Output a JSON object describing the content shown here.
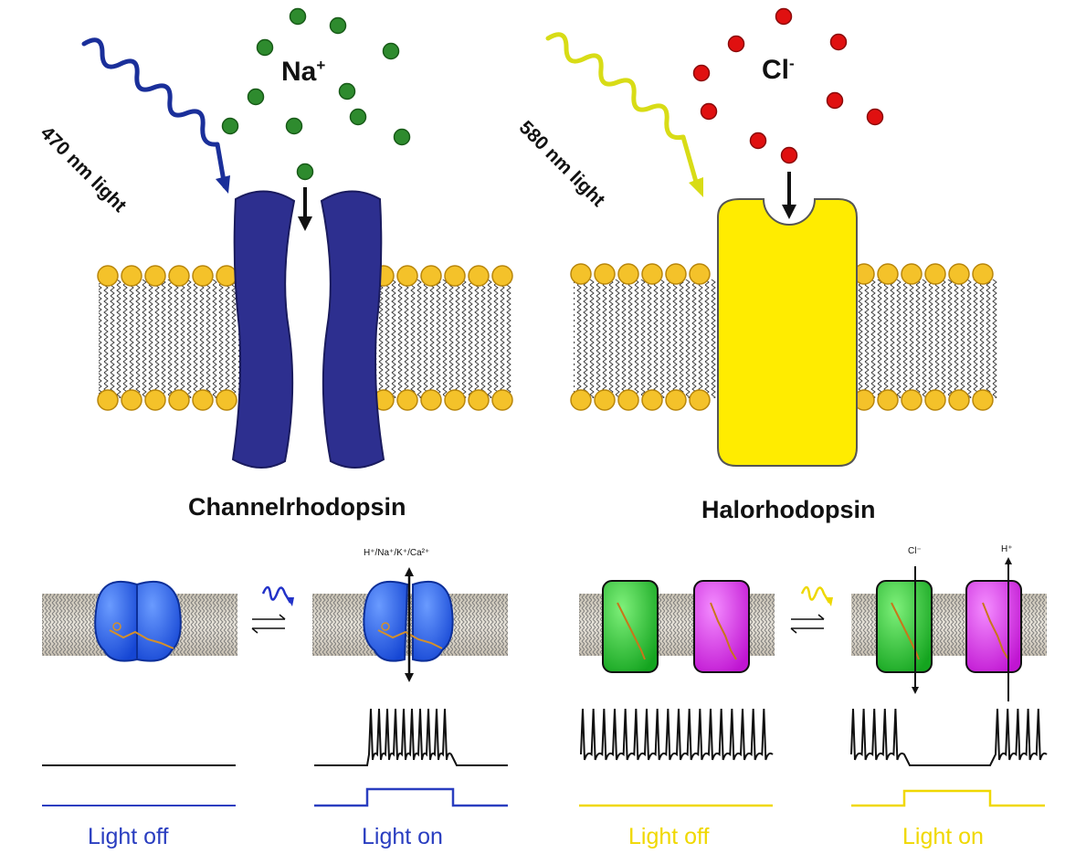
{
  "left_panel": {
    "ion": {
      "symbol": "Na",
      "charge": "+",
      "color": "#2e8b2e"
    },
    "light_label": "470 nm light",
    "wave_color": "#1a2f9a",
    "protein_name": "Channelrhodopsin",
    "protein_color": "#2d2f8f",
    "bottom_ion_label": "H⁺/Na⁺/K⁺/Ca²⁺",
    "caption_off": "Light off",
    "caption_on": "Light on",
    "caption_color": "#2a3ec0"
  },
  "right_panel": {
    "ion": {
      "symbol": "Cl",
      "charge": "-",
      "color": "#e01010"
    },
    "light_label": "580 nm light",
    "wave_color": "#d8dc16",
    "protein_name": "Halorhodopsin",
    "protein_color": "#ffec00",
    "bottom_ion_label_left": "Cl⁻",
    "bottom_ion_label_right": "H⁺",
    "caption_off": "Light off",
    "caption_on": "Light on",
    "caption_color": "#f0d800"
  },
  "colors": {
    "lipid_head": "#f4c22a",
    "lipid_stroke": "#b8860b",
    "opsin_blue": "#1f57e8",
    "halo_green": "#1fbf2a",
    "halo_magenta": "#d21ce0"
  }
}
